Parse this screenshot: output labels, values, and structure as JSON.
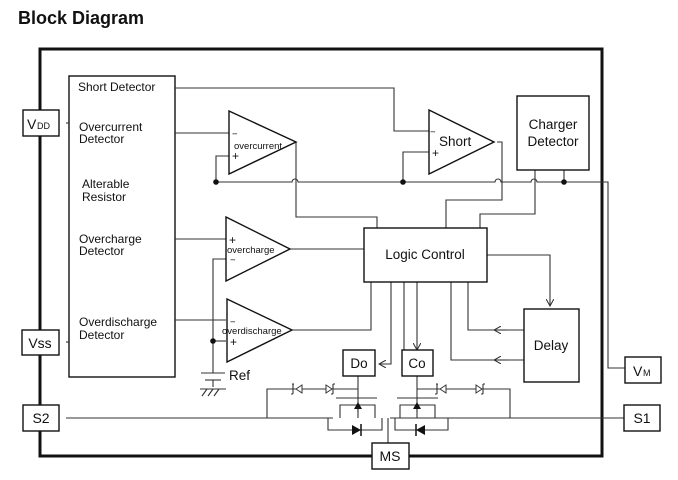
{
  "title": "Block Diagram",
  "detector_block": {
    "short": "Short Detector",
    "overcurrent": [
      "Overcurrent",
      "Detector"
    ],
    "alterable": [
      "Alterable",
      "Resistor"
    ],
    "overcharge": [
      "Overcharge",
      "Detector"
    ],
    "overdischarge": [
      "Overdischarge",
      "Detector"
    ]
  },
  "comparators": {
    "overcurrent": {
      "label": "overcurrent",
      "minus": "−",
      "plus": "+"
    },
    "short": {
      "label": "Short",
      "minus": "−",
      "plus": "+"
    },
    "overcharge": {
      "label": "overcharge",
      "minus": "−",
      "plus": "+"
    },
    "overdischarge": {
      "label": "overdischarge",
      "minus": "−",
      "plus": "+"
    }
  },
  "charger_detector": [
    "Charger",
    "Detector"
  ],
  "logic_control": "Logic Control",
  "delay": "Delay",
  "drivers": {
    "do": "Do",
    "co": "Co"
  },
  "ref": "Ref",
  "pins": {
    "vdd": {
      "main": "V",
      "sub": "DD"
    },
    "vss": "Vss",
    "s2": "S2",
    "vm": {
      "main": "V",
      "sub": "M"
    },
    "s1": "S1",
    "ms": "MS"
  }
}
